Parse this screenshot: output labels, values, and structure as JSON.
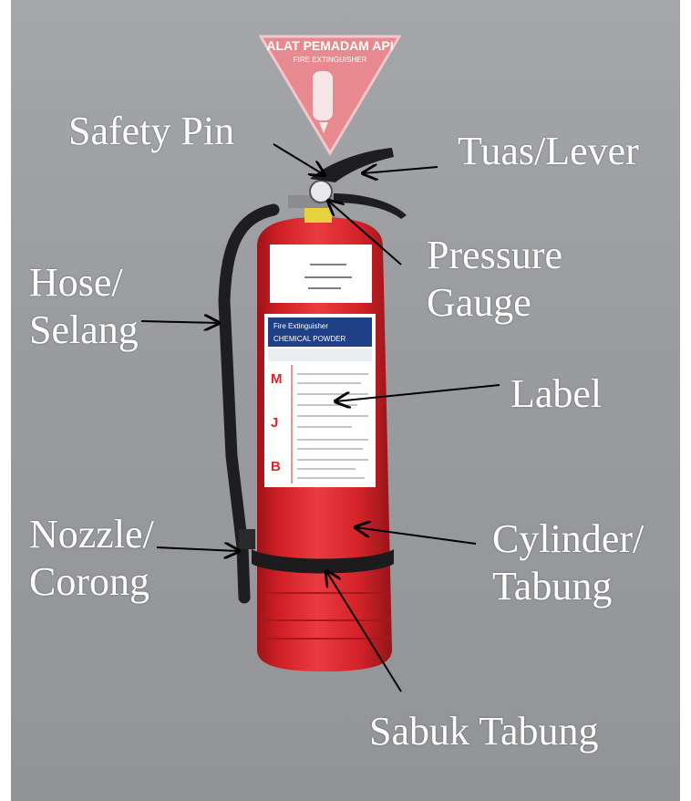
{
  "sign": {
    "title": "ALAT PEMADAM API",
    "subtitle": "FIRE EXTINGUISHER"
  },
  "product_label": {
    "header_line1": "Fire Extinguisher",
    "header_line2": "CHEMICAL POWDER",
    "side_letters": [
      "M",
      "J",
      "B"
    ]
  },
  "callouts": {
    "safety_pin": "Safety Pin",
    "lever": "Tuas/Lever",
    "pressure_gauge": "Pressure\nGauge",
    "hose": "Hose/\nSelang",
    "label": "Label",
    "nozzle": "Nozzle/\nCorong",
    "cylinder": "Cylinder/\nTabung",
    "belt": "Sabuk Tabung"
  },
  "colors": {
    "wall": "#9a9ca0",
    "cylinder_red": "#d8262c",
    "callout_text": "#ffffff",
    "arrow": "#000000"
  }
}
